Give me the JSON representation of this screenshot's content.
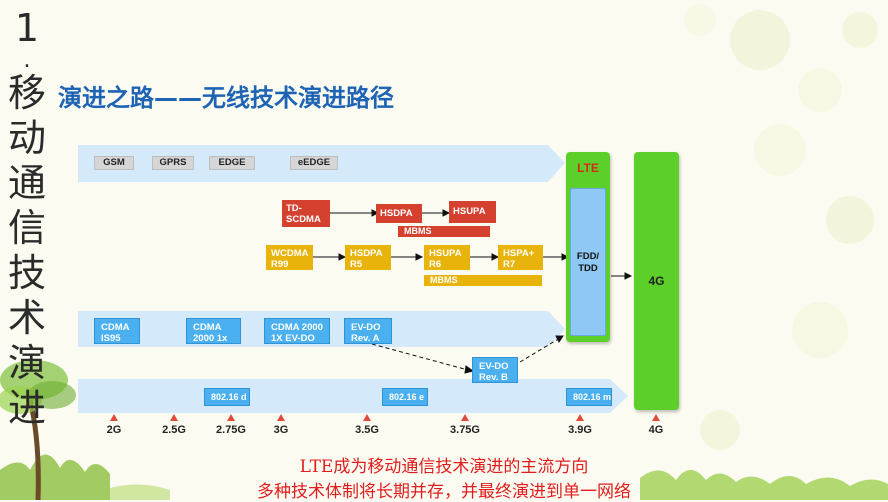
{
  "slide": {
    "vertical_title": [
      "1",
      ".",
      "移",
      "动",
      "通",
      "信",
      "技",
      "术",
      "演",
      "进"
    ],
    "title": "演进之路——无线技术演进路径"
  },
  "colors": {
    "title_blue": "#1f64b4",
    "lane_blue": "#cfe8fb",
    "red_box": "#d4412f",
    "gold_box": "#e8b40c",
    "blue_box": "#4ab0ef",
    "green": "#5ccf2a",
    "conclusion_red": "#e11d1d"
  },
  "gsm_lane": {
    "items": [
      "GSM",
      "GPRS",
      "EDGE",
      "eEDGE"
    ]
  },
  "tdscdma_lane": {
    "td_scdma": "TD-\nSCDMA",
    "hsdpa": "HSDPA",
    "hsupa": "HSUPA",
    "mbms": "MBMS"
  },
  "wcdma_lane": {
    "items": [
      {
        "line1": "WCDMA",
        "line2": "R99"
      },
      {
        "line1": "HSDPA",
        "line2": "R5"
      },
      {
        "line1": "HSUPA",
        "line2": "R6"
      },
      {
        "line1": "HSPA+",
        "line2": "R7"
      }
    ],
    "mbms": "MBMS"
  },
  "cdma_lane": {
    "items": [
      {
        "line1": "CDMA",
        "line2": "IS95"
      },
      {
        "line1": "CDMA",
        "line2": "2000 1x"
      },
      {
        "line1": "CDMA 2000",
        "line2": "1X EV-DO"
      },
      {
        "line1": "EV-DO",
        "line2": "Rev. A"
      }
    ],
    "evdo_b": {
      "line1": "EV-DO",
      "line2": "Rev. B"
    }
  },
  "wimax_lane": {
    "items": [
      "802.16 d",
      "802.16 e",
      "802.16 m"
    ]
  },
  "lte": {
    "label": "LTE",
    "inner_label": "FDD/\nTDD"
  },
  "fourg": {
    "label": "4G"
  },
  "timeline": [
    "2G",
    "2.5G",
    "2.75G",
    "3G",
    "3.5G",
    "3.75G",
    "3.9G",
    "4G"
  ],
  "conclusion": {
    "line1": "LTE成为移动通信技术演进的主流方向",
    "line2": "多种技术体制将长期并存，并最终演进到单一网络"
  }
}
